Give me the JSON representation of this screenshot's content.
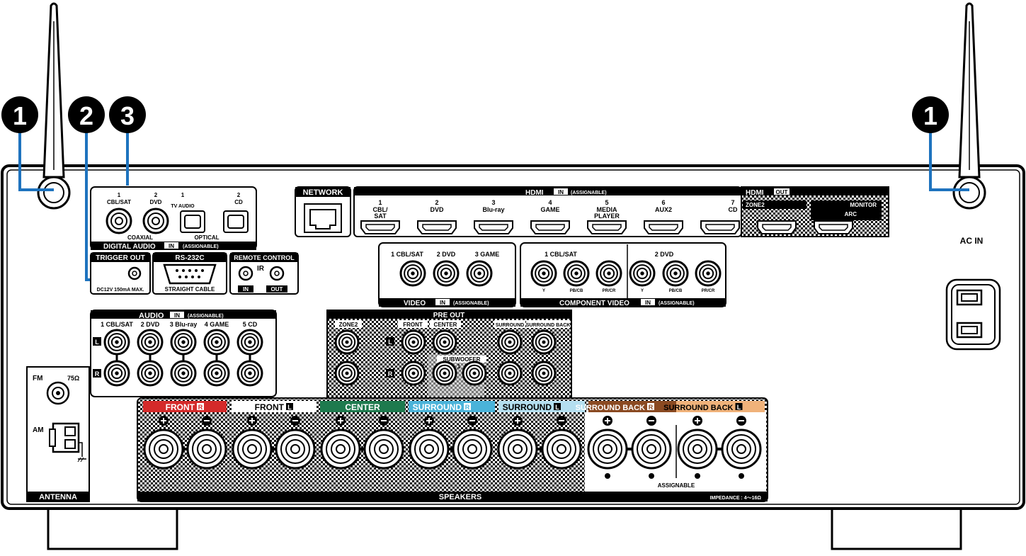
{
  "callouts": {
    "antenna_left": "1",
    "trigger": "2",
    "digital": "3",
    "antenna_right": "1"
  },
  "digital_audio": {
    "header": "DIGITAL AUDIO",
    "in": "IN",
    "assignable": "(ASSIGNABLE)",
    "coaxial": "COAXIAL",
    "optical": "OPTICAL",
    "inputs": [
      {
        "num": "1",
        "name": "CBL/SAT"
      },
      {
        "num": "2",
        "name": "DVD"
      },
      {
        "num": "1",
        "name": "TV AUDIO"
      },
      {
        "num": "2",
        "name": "CD"
      }
    ]
  },
  "network": "NETWORK",
  "hdmi_in": {
    "header": "HDMI",
    "in": "IN",
    "assignable": "(ASSIGNABLE)",
    "inputs": [
      {
        "num": "1",
        "name": "CBL/",
        "name2": "SAT"
      },
      {
        "num": "2",
        "name": "DVD",
        "name2": ""
      },
      {
        "num": "3",
        "name": "Blu-ray",
        "name2": ""
      },
      {
        "num": "4",
        "name": "GAME",
        "name2": ""
      },
      {
        "num": "5",
        "name": "MEDIA",
        "name2": "PLAYER"
      },
      {
        "num": "6",
        "name": "AUX2",
        "name2": ""
      },
      {
        "num": "7",
        "name": "CD",
        "name2": ""
      }
    ]
  },
  "hdmi_out": {
    "header": "HDMI",
    "out": "OUT",
    "zone2": "ZONE2",
    "monitor": "MONITOR",
    "arc": "ARC"
  },
  "ac_in": "AC IN",
  "trigger_out": {
    "header": "TRIGGER OUT",
    "spec": "DC12V 150mA MAX."
  },
  "rs232c": {
    "header": "RS-232C",
    "cable": "STRAIGHT CABLE"
  },
  "remote": {
    "header": "REMOTE CONTROL",
    "ir": "IR",
    "in": "IN",
    "out": "OUT"
  },
  "video": {
    "footer": "VIDEO",
    "in": "IN",
    "assignable": "(ASSIGNABLE)",
    "inputs": [
      "1 CBL/SAT",
      "2 DVD",
      "3 GAME"
    ]
  },
  "component": {
    "footer": "COMPONENT VIDEO",
    "in": "IN",
    "assignable": "(ASSIGNABLE)",
    "groups": [
      "1 CBL/SAT",
      "2 DVD"
    ],
    "jacks": [
      "Y",
      "PB/CB",
      "PR/CR"
    ]
  },
  "audio": {
    "header": "AUDIO",
    "in": "IN",
    "assignable": "(ASSIGNABLE)",
    "inputs": [
      "1 CBL/SAT",
      "2 DVD",
      "3 Blu-ray",
      "4 GAME",
      "5 CD"
    ],
    "l": "L",
    "r": "R"
  },
  "preout": {
    "header": "PRE OUT",
    "labels": [
      "ZONE2",
      "FRONT",
      "CENTER",
      "SURROUND",
      "SURROUND BACK"
    ],
    "subwoofer": "SUBWOOFER",
    "sub1": "1",
    "sub2": "2",
    "l": "L",
    "r": "R"
  },
  "antenna": {
    "footer": "ANTENNA",
    "fm": "FM",
    "ohm": "75Ω",
    "am": "AM"
  },
  "speakers": {
    "footer": "SPEAKERS",
    "impedance": "IMPEDANCE : 4～16Ω",
    "assignable": "ASSIGNABLE",
    "channels": [
      {
        "name": "FRONT",
        "side": "R",
        "color": "#d42a2a"
      },
      {
        "name": "FRONT",
        "side": "L",
        "color": "#ffffff"
      },
      {
        "name": "CENTER",
        "side": "",
        "color": "#1e7a4e"
      },
      {
        "name": "SURROUND",
        "side": "R",
        "color": "#4ab3d9"
      },
      {
        "name": "SURROUND",
        "side": "L",
        "color": "#b4dff0"
      },
      {
        "name": "SURROUND BACK",
        "side": "R",
        "color": "#8a4a22"
      },
      {
        "name": "SURROUND BACK",
        "side": "L",
        "color": "#f0b27a"
      }
    ]
  }
}
